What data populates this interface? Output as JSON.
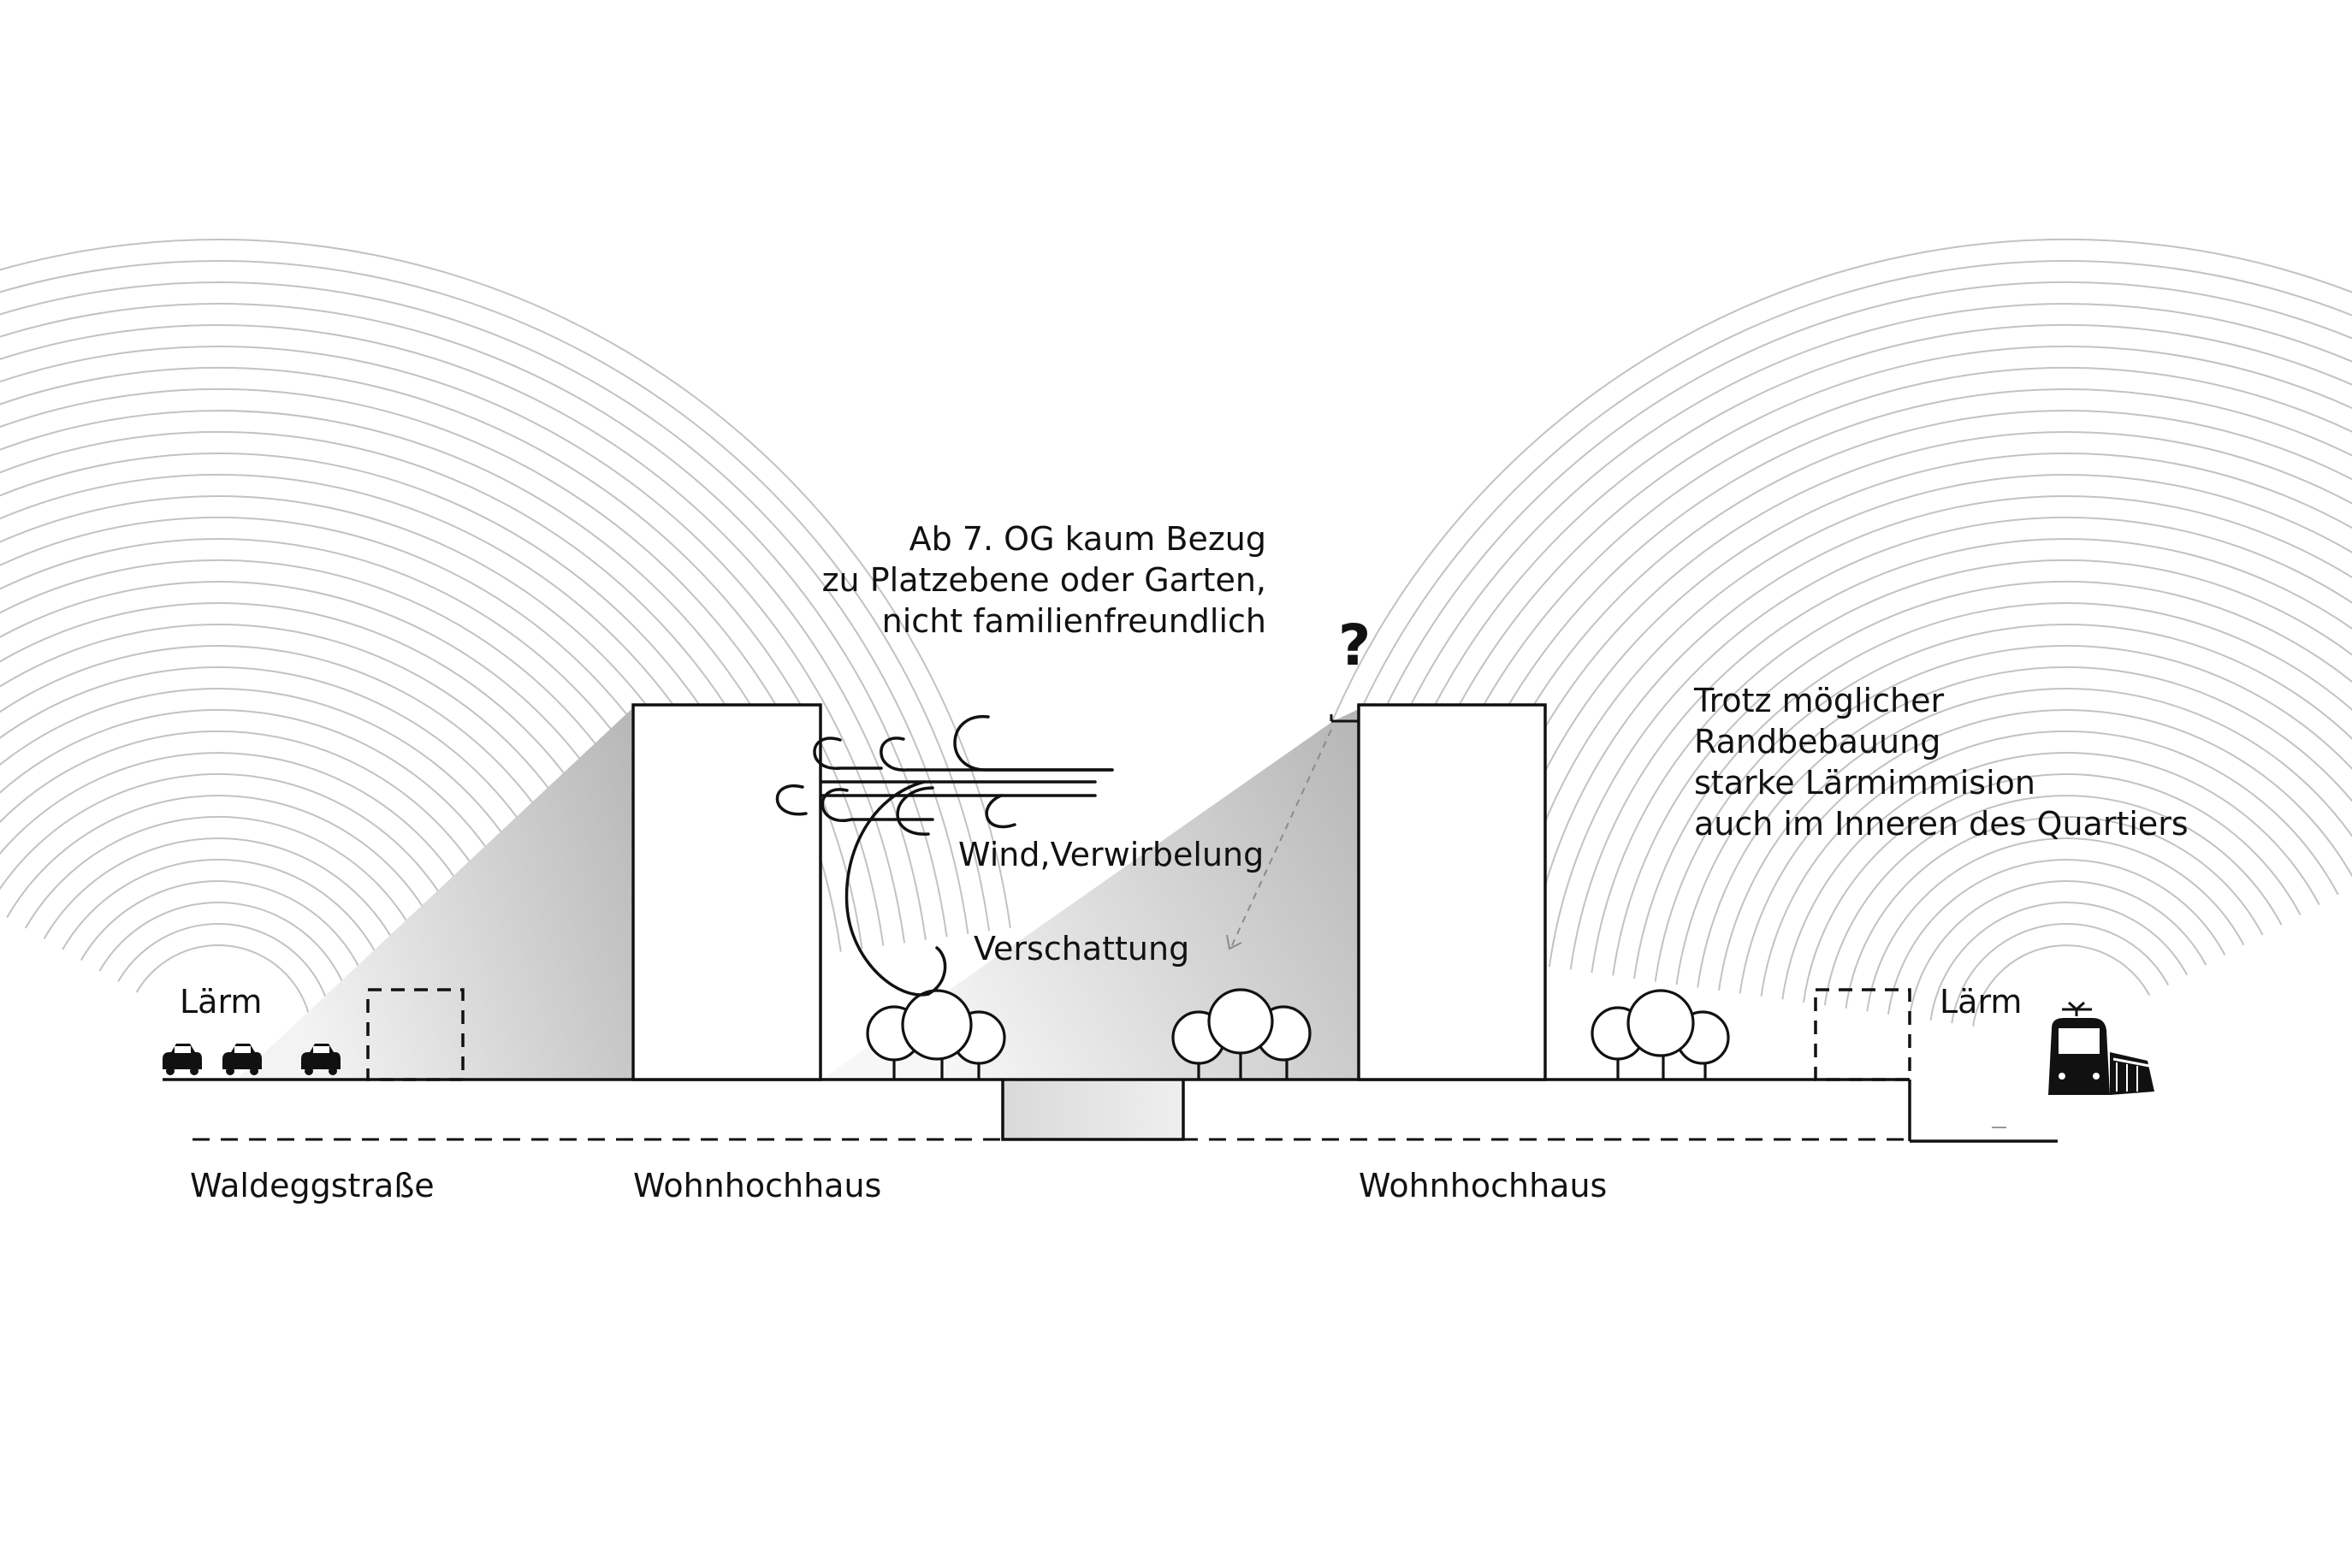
{
  "labels": {
    "noise_left": "Lärm",
    "noise_right": "Lärm",
    "street": "Waldeggstraße",
    "building_left": "Wohnhochhaus",
    "building_right": "Wohnhochhaus",
    "wind": "Wind,Verwirbelung",
    "shade": "Verschattung",
    "question_mark": "?"
  },
  "note_upper": [
    "Ab 7. OG kaum Bezug",
    "zu Platzebene oder Garten,",
    "nicht familienfreundlich"
  ],
  "note_right": [
    "Trotz möglicher",
    "Randbebauung",
    "starke Lärmimmision",
    "auch im Inneren des Quartiers"
  ],
  "icons": {
    "cars": [
      "car-icon",
      "car-icon",
      "car-icon"
    ],
    "train": "train-icon",
    "wind": "wind-swirl-icon",
    "trees": [
      "tree-group-icon",
      "tree-group-icon",
      "tree-group-icon"
    ]
  },
  "colors": {
    "line": "#111111",
    "arc": "#c2c2c2",
    "shade_dark": "#b9b9b9",
    "shade_light": "#f2f2f2",
    "plaza_fill": "#e6e6e6"
  }
}
